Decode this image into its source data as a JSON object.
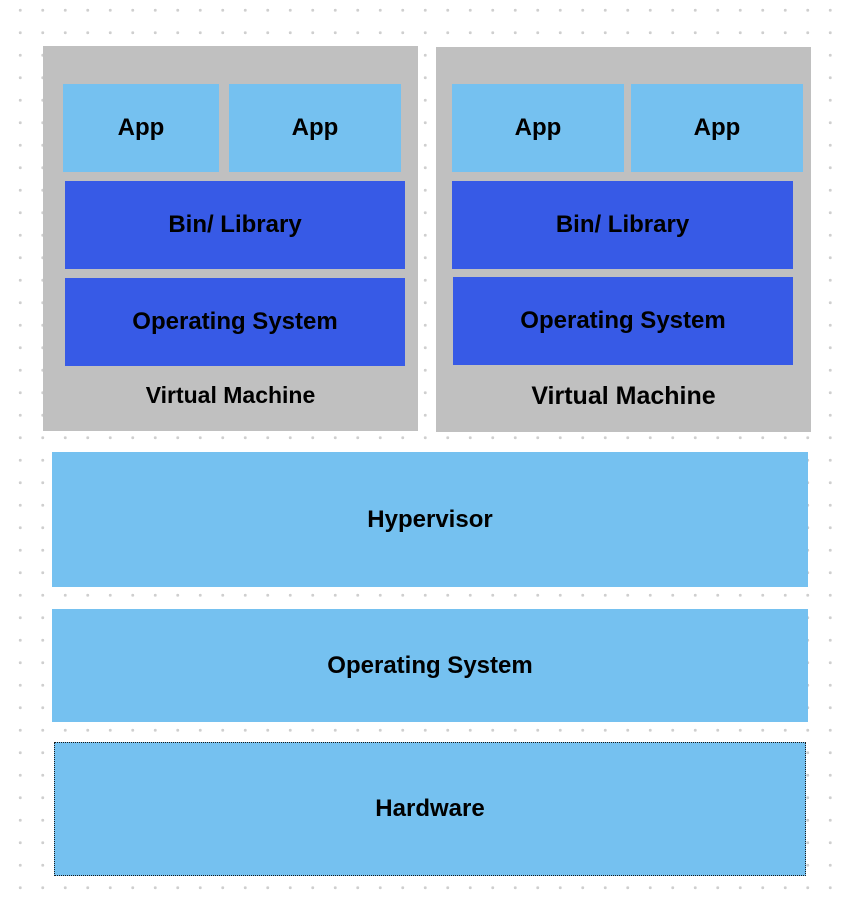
{
  "colors": {
    "app": "#75c1f0",
    "bin_library": "#375ae6",
    "guest_os": "#375ae6",
    "vm_frame": "#c0c0c0",
    "host_layers": "#75c1f0"
  },
  "vms": [
    {
      "label": "Virtual Machine",
      "apps": [
        "App",
        "App"
      ],
      "bin_library": "Bin/ Library",
      "os": "Operating System"
    },
    {
      "label": "Virtual Machine",
      "apps": [
        "App",
        "App"
      ],
      "bin_library": "Bin/ Library",
      "os": "Operating System"
    }
  ],
  "hypervisor": "Hypervisor",
  "host_os": "Operating System",
  "hardware": "Hardware"
}
